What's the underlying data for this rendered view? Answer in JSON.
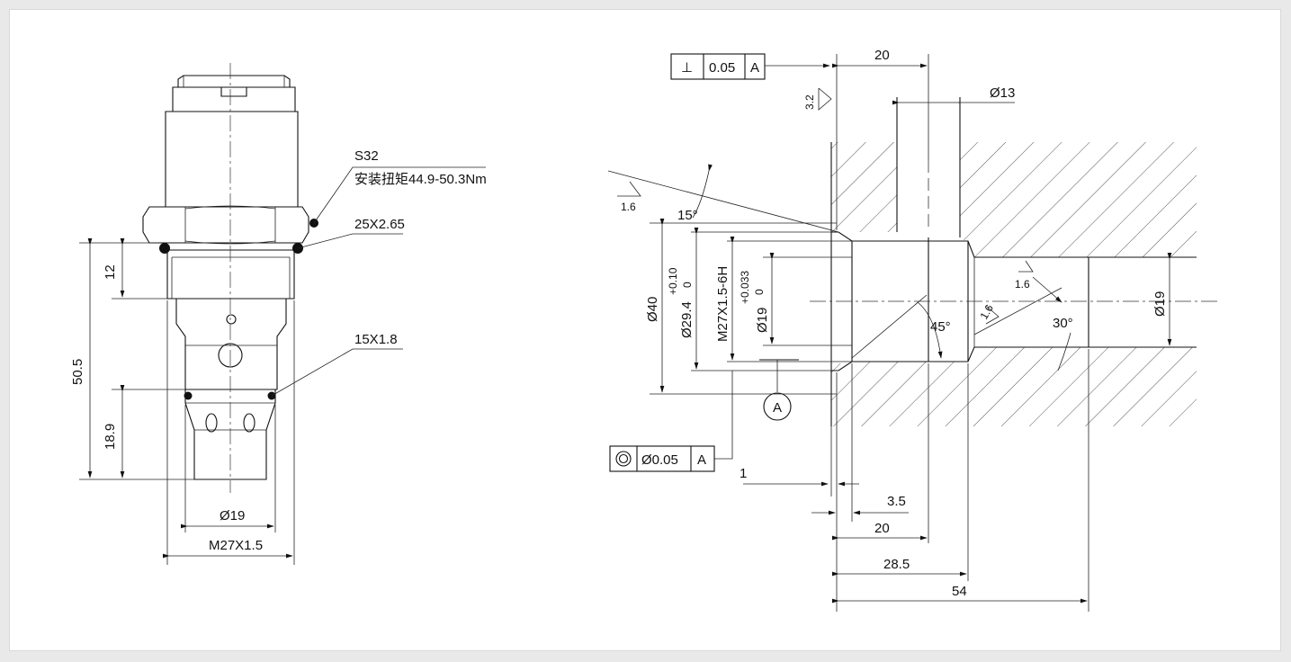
{
  "left_view": {
    "hex_spec": "S32",
    "torque": "安装扭矩44.9-50.3Nm",
    "oring_upper": "25X2.65",
    "oring_lower": "15X1.8",
    "dim_12": "12",
    "dim_50_5": "50.5",
    "dim_18_9": "18.9",
    "dim_d19": "Ø19",
    "dim_thread": "M27X1.5"
  },
  "right_view": {
    "perp_symbol": "⊥",
    "perp_tol": "0.05",
    "perp_datum": "A",
    "rough_3_2": "3.2",
    "rough_1_6_a": "1.6",
    "rough_1_6_b": "1.6",
    "rough_1_6_c": "1.6",
    "dim_20_top": "20",
    "dim_d13": "Ø13",
    "angle_15": "15°",
    "angle_45": "45°",
    "angle_30": "30°",
    "dim_d40": "Ø40",
    "dim_d29_4": "Ø29.4",
    "tol_d29_4_up": "+0.10",
    "tol_d29_4_low": "0",
    "dim_thread": "M27X1.5-6H",
    "dim_d19": "Ø19",
    "tol_d19_up": "+0.033",
    "tol_d19_low": "0",
    "dim_d19_right": "Ø19",
    "datum_label": "A",
    "conc_tol": "Ø0.05",
    "conc_datum": "A",
    "dim_1": "1",
    "dim_3_5": "3.5",
    "dim_20_bottom": "20",
    "dim_28_5": "28.5",
    "dim_54": "54"
  }
}
